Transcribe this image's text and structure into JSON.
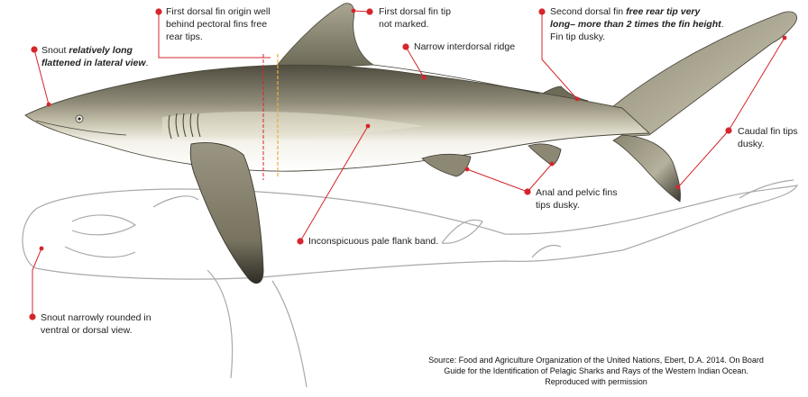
{
  "colors": {
    "leader": "#d6252b",
    "outline": "#a9a9a9",
    "body_dark": "#5e5b4e",
    "body_light": "#f2f0e6"
  },
  "annotations": {
    "first_dorsal_origin": [
      "First dorsal fin origin well",
      "behind pectoral fins free",
      "rear tips."
    ],
    "first_dorsal_tip": [
      "First dorsal fin tip",
      "not marked."
    ],
    "second_dorsal": {
      "line1_plain": "Second dorsal fin ",
      "line1_em": "free rear tip very",
      "line2_em": "long– more than 2 times the fin height",
      "line2_plain": ".",
      "line3": "Fin tip dusky."
    },
    "snout_lateral": {
      "line1_plain": "Snout ",
      "line1_em": "relatively long",
      "line2_em": "flattened in lateral view",
      "line2_plain": "."
    },
    "interdorsal_ridge": "Narrow interdorsal ridge",
    "caudal_tips": [
      "Caudal fin tips",
      "dusky."
    ],
    "anal_pelvic": [
      "Anal and pelvic fins",
      "tips dusky."
    ],
    "flank_band": "Inconspicuous pale flank band.",
    "snout_ventral": [
      "Snout narrowly rounded in",
      "ventral or dorsal view."
    ]
  },
  "source": [
    "Source: Food and Agriculture Organization of the United Nations, Ebert, D.A. 2014. On Board",
    "Guide for the Identification of Pelagic Sharks and Rays of the Western Indian Ocean.",
    "Reproduced with permission"
  ]
}
